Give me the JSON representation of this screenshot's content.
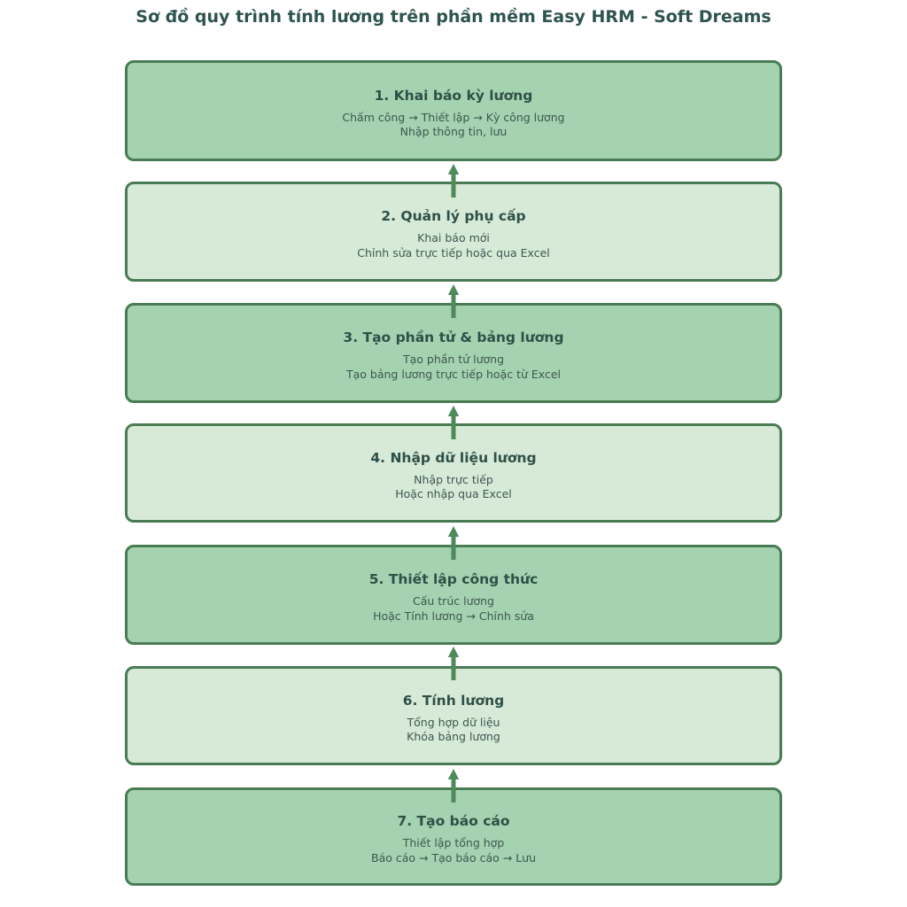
{
  "title": "Sơ đồ quy trình tính lương trên phần mềm Easy HRM - Soft Dreams",
  "colors": {
    "title_text": "#2d544e",
    "box_fill_dark": "#a5d2b0",
    "box_fill_light": "#d7ead8",
    "box_border": "#4a7c54",
    "arrow": "#4e8a5b",
    "heading_text": "#2f5048",
    "body_text": "#3c5850"
  },
  "icons": {
    "up_arrow": "up-arrow-icon"
  },
  "steps": [
    {
      "title": "1. Khai báo kỳ lương",
      "line1": "Chấm công → Thiết lập → Kỳ công lương",
      "line2": "Nhập thông tin, lưu"
    },
    {
      "title": "2. Quản lý phụ cấp",
      "line1": "Khai báo mới",
      "line2": "Chỉnh sửa trực tiếp hoặc qua Excel"
    },
    {
      "title": "3. Tạo phần tử & bảng lương",
      "line1": "Tạo phần tử lương",
      "line2": "Tạo bảng lương trực tiếp hoặc từ Excel"
    },
    {
      "title": "4. Nhập dữ liệu lương",
      "line1": "Nhập trực tiếp",
      "line2": "Hoặc nhập qua Excel"
    },
    {
      "title": "5. Thiết lập công thức",
      "line1": "Cấu trúc lương",
      "line2": "Hoặc Tính lương → Chỉnh sửa"
    },
    {
      "title": "6. Tính lương",
      "line1": "Tổng hợp dữ liệu",
      "line2": "Khóa bảng lương"
    },
    {
      "title": "7. Tạo báo cáo",
      "line1": "Thiết lập tổng hợp",
      "line2": "Báo cáo → Tạo báo cáo → Lưu"
    }
  ]
}
